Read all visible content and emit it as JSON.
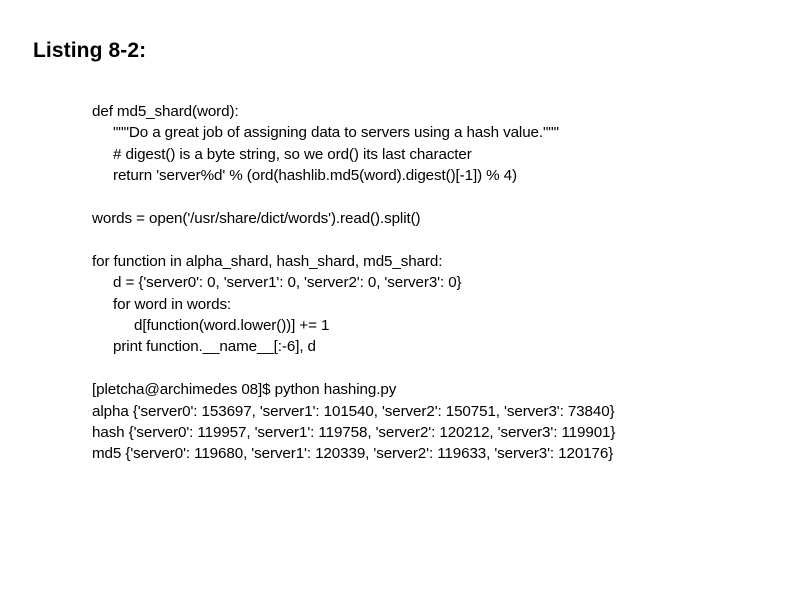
{
  "slide": {
    "title": "Listing 8-2:",
    "background_color": "#ffffff",
    "text_color": "#000000"
  },
  "code": {
    "lines": [
      {
        "indent": 0,
        "text": "def md5_shard(word):"
      },
      {
        "indent": 1,
        "text": "\"\"\"Do a great job of assigning data to servers using a hash value.\"\"\""
      },
      {
        "indent": 1,
        "text": "# digest() is a byte string, so we ord() its last character"
      },
      {
        "indent": 1,
        "text": "return 'server%d' % (ord(hashlib.md5(word).digest()[-1]) % 4)"
      },
      {
        "indent": 0,
        "text": ""
      },
      {
        "indent": 0,
        "text": "words = open('/usr/share/dict/words').read().split()"
      },
      {
        "indent": 0,
        "text": ""
      },
      {
        "indent": 0,
        "text": "for function in alpha_shard, hash_shard, md5_shard:"
      },
      {
        "indent": 1,
        "text": "d = {'server0': 0, 'server1': 0, 'server2': 0, 'server3': 0}"
      },
      {
        "indent": 1,
        "text": "for word in words:"
      },
      {
        "indent": 2,
        "text": "d[function(word.lower())] += 1"
      },
      {
        "indent": 1,
        "text": "print function.__name__[:-6], d"
      },
      {
        "indent": 0,
        "text": ""
      },
      {
        "indent": 0,
        "text": "[pletcha@archimedes 08]$ python hashing.py"
      },
      {
        "indent": 0,
        "text": "alpha {'server0': 153697, 'server1': 101540, 'server2': 150751, 'server3': 73840}"
      },
      {
        "indent": 0,
        "text": "hash {'server0': 119957, 'server1': 119758, 'server2': 120212, 'server3': 119901}"
      },
      {
        "indent": 0,
        "text": "md5 {'server0': 119680, 'server1': 120339, 'server2': 119633, 'server3': 120176}"
      }
    ]
  }
}
